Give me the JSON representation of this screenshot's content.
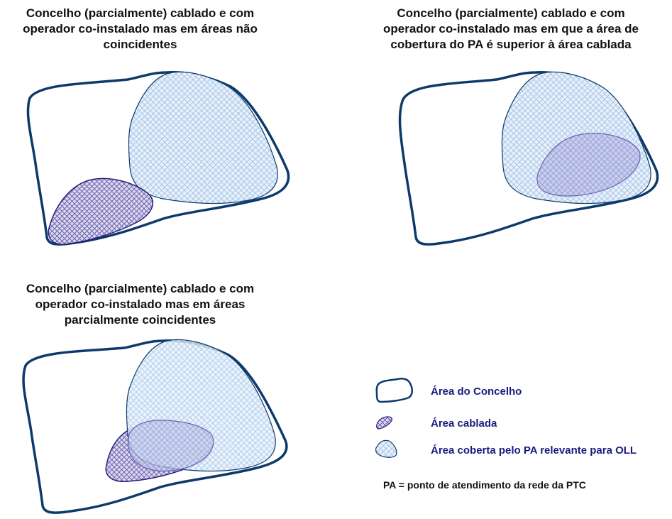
{
  "panels": [
    {
      "title_lines": [
        "Concelho (parcialmente) cablado e com",
        "operador co-instalado mas em áreas não",
        "coincidentes"
      ]
    },
    {
      "title_lines": [
        "Concelho (parcialmente) cablado e com",
        "operador co-instalado mas em que a área de",
        "cobertura do PA é superior à área cablada"
      ]
    },
    {
      "title_lines": [
        "Concelho (parcialmente) cablado e com",
        "operador co-instalado mas em áreas",
        "parcialmente coincidentes"
      ]
    }
  ],
  "legend": {
    "items": [
      {
        "label": "Área do Concelho",
        "icon": "municipality-area-icon"
      },
      {
        "label": "Área cablada",
        "icon": "cabled-area-icon"
      },
      {
        "label": "Área coberta pelo PA relevante para OLL",
        "icon": "pa-coverage-area-icon"
      }
    ],
    "note": "PA = ponto de atendimento da rede da PTC"
  },
  "colors": {
    "municipality_outline": "#0d3a6b",
    "cabled_fill": "#7b72b8",
    "coverage_fill": "#cfe2f5",
    "legend_text": "#1a1a80"
  }
}
